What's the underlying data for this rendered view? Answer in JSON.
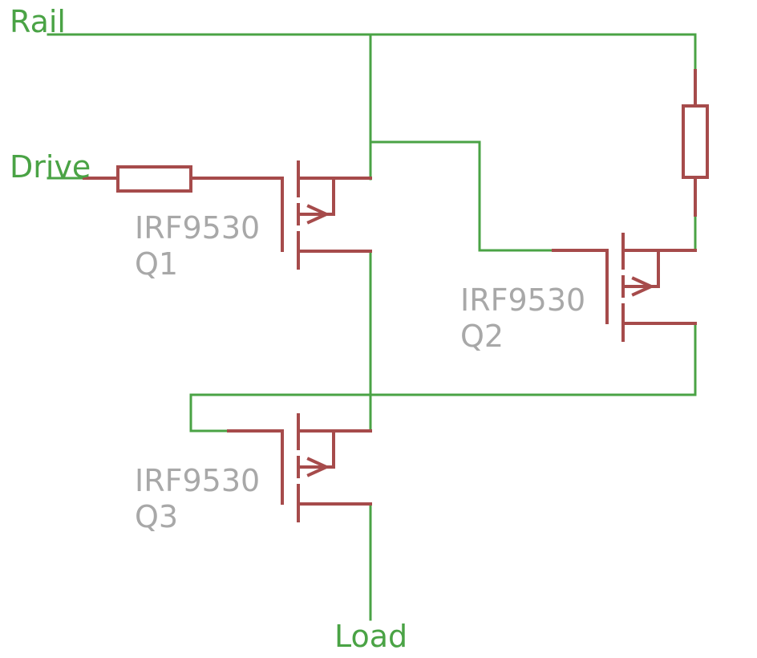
{
  "colors": {
    "wire": "#4aa345",
    "component": "#a64b4b",
    "part_text": "#a8a8a8",
    "background": "#ffffff"
  },
  "nets": {
    "rail": "Rail",
    "drive": "Drive",
    "load": "Load"
  },
  "transistors": [
    {
      "part": "IRF9530",
      "ref": "Q1"
    },
    {
      "part": "IRF9530",
      "ref": "Q2"
    },
    {
      "part": "IRF9530",
      "ref": "Q3"
    }
  ]
}
